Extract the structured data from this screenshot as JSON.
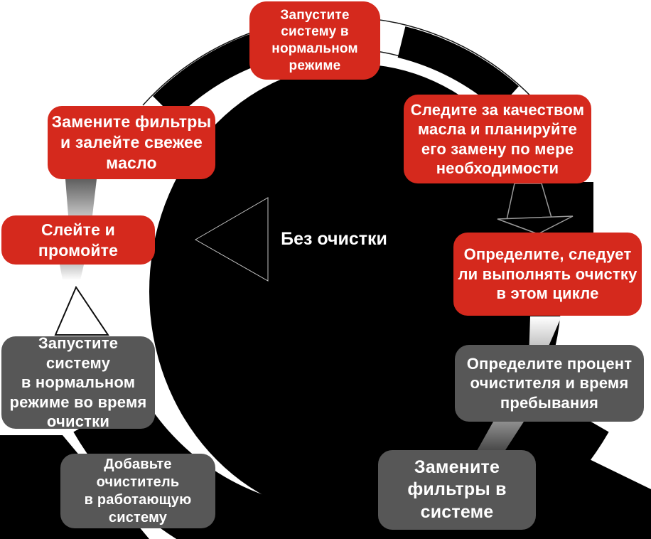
{
  "diagram": {
    "center_label": "Без очистки",
    "nodes": [
      {
        "id": "run-normal",
        "label": "Запустите\nсистему в\nнормальном\nрежиме",
        "color": "red"
      },
      {
        "id": "monitor-oil",
        "label": "Следите за качеством\nмасла и планируйте\nего замену по мере\nнеобходимости",
        "color": "red"
      },
      {
        "id": "decide-cleaning",
        "label": "Определите, следует\nли выполнять очистку\nв этом цикле",
        "color": "red"
      },
      {
        "id": "percent-residence",
        "label": "Определите процент\nочистителя и время\nпребывания",
        "color": "gray"
      },
      {
        "id": "replace-filters-system",
        "label": "Замените\nфильтры в\nсистеме",
        "color": "gray"
      },
      {
        "id": "add-cleaner",
        "label": "Добавьте очиститель\nв работающую\nсистему",
        "color": "gray"
      },
      {
        "id": "run-during-cleaning",
        "label": "Запустите систему\nв нормальном\nрежиме во время\nочистки",
        "color": "gray"
      },
      {
        "id": "drain-flush",
        "label": "Слейте и\nпромойте",
        "color": "red"
      },
      {
        "id": "replace-filters-oil",
        "label": "Замените фильтры\nи залейте свежее\nмасло",
        "color": "red"
      }
    ],
    "colors": {
      "red": "#d5291d",
      "gray": "#575757",
      "ring": "#000000",
      "text": "#ffffff"
    },
    "icons": {
      "center_arrow": "left-triangle",
      "right_arrow": "down-arrow",
      "left_arrow": "up-triangle"
    }
  }
}
